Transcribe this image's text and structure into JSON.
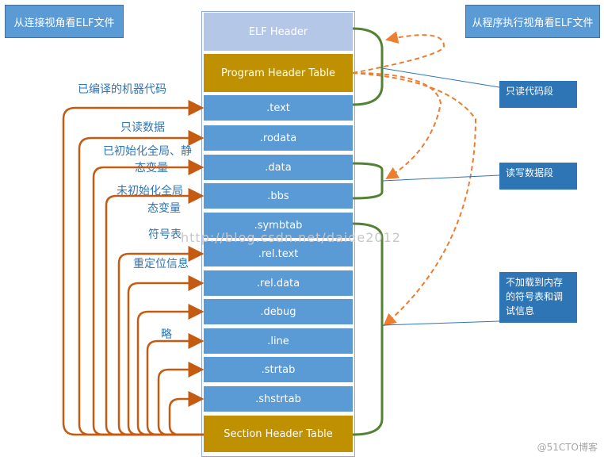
{
  "views": {
    "linking": "从连接视角看ELF文件",
    "execution": "从程序执行视角看ELF文件"
  },
  "sections": [
    {
      "label": "ELF Header"
    },
    {
      "label": "Program Header Table"
    },
    {
      "label": ".text"
    },
    {
      "label": ".rodata"
    },
    {
      "label": ".data"
    },
    {
      "label": ".bbs"
    },
    {
      "label": ".symbtab"
    },
    {
      "label": ".rel.text"
    },
    {
      "label": ".rel.data"
    },
    {
      "label": ".debug"
    },
    {
      "label": ".line"
    },
    {
      "label": ".strtab"
    },
    {
      "label": ".shstrtab"
    },
    {
      "label": "Section Header Table"
    }
  ],
  "left_labels": {
    "machine_code": "已编译的机器代码",
    "readonly_data": "只读数据",
    "init_global_1": "已初始化全局、静",
    "init_global_2": "态变量",
    "uninit_global_1": "未初始化全局",
    "uninit_global_2": "态变量",
    "symbol_table": "符号表",
    "relocation": "重定位信息",
    "omitted": "略"
  },
  "callouts": {
    "readonly_code": "只读代码段",
    "readwrite_data": "读写数据段",
    "not_loaded": "不加载到内存的符号表和调试信息"
  },
  "watermarks": {
    "url": "http://blog.csdn.net/daide2012",
    "brand": "@51CTO博客"
  }
}
